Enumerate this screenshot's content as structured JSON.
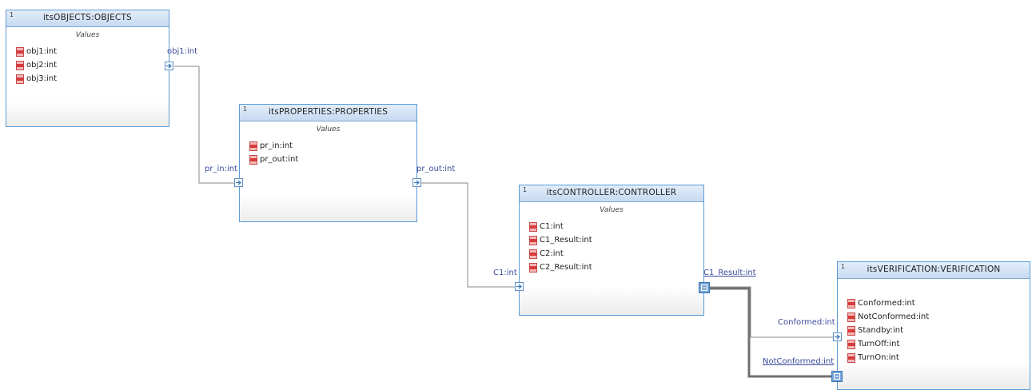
{
  "blocks": {
    "objects": {
      "multiplicity": "1",
      "title": "itsOBJECTS:OBJECTS",
      "compartment": "Values",
      "attributes": [
        "obj1:int",
        "obj2:int",
        "obj3:int"
      ],
      "port": "obj1:int"
    },
    "properties": {
      "multiplicity": "1",
      "title": "itsPROPERTIES:PROPERTIES",
      "compartment": "Values",
      "attributes": [
        "pr_in:int",
        "pr_out:int"
      ],
      "port_in": "pr_in:int",
      "port_out": "pr_out:int"
    },
    "controller": {
      "multiplicity": "1",
      "title": "itsCONTROLLER:CONTROLLER",
      "compartment": "Values",
      "attributes": [
        "C1:int",
        "C1_Result:int",
        "C2:int",
        "C2_Result:int"
      ],
      "port_in": "C1:int",
      "port_out": "C1_Result:int"
    },
    "verification": {
      "multiplicity": "1",
      "title": "itsVERIFICATION:VERIFICATION",
      "attributes": [
        "Conformed:int",
        "NotConformed:int",
        "Standby:int",
        "TurnOff:int",
        "TurnOn:int"
      ],
      "port_conformed": "Conformed:int",
      "port_notconformed": "NotConformed:int"
    }
  },
  "colors": {
    "block_border": "#5b9bd5",
    "header": "#c6daf1",
    "port_label": "#3b4a9c",
    "link": "#8a8a8a",
    "link_bold": "#707070",
    "attribute_icon": "#d93a3a"
  }
}
